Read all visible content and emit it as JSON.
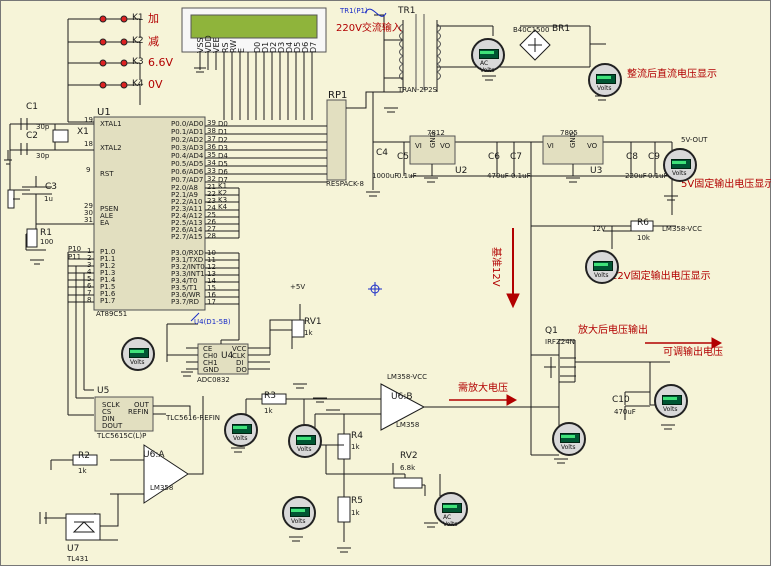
{
  "title_labels": {
    "u1": "U1",
    "u1_part": "AT89C51",
    "tr1": "TR1",
    "tr1_note": "220V交流输入",
    "tr1_part": "TRAN-2P2S",
    "br1": "BR1",
    "br1_part": "B40C1500",
    "rp1": "RP1",
    "rp1_part": "RESPACK-8",
    "c1": "C1",
    "c2": "C2",
    "c3": "C3",
    "c4": "C4",
    "c5": "C5",
    "c6": "C6",
    "c7": "C7",
    "c8": "C8",
    "c9": "C9",
    "c10": "C10",
    "x1": "X1",
    "r1": "R1",
    "r2": "R2",
    "r3": "R3",
    "r4": "R4",
    "r5": "R5",
    "r6": "R6",
    "rv1": "RV1",
    "rv2": "RV2",
    "u2": "U2",
    "u3": "U3",
    "u4": "U4",
    "u5": "U5",
    "u6a": "U6:A",
    "u6b": "U6:B",
    "u7": "U7",
    "q1": "Q1",
    "q1_part": "IRFZ24N",
    "k1": "K1",
    "k2": "K2",
    "k3": "K3",
    "k4": "K4",
    "key_add": "加",
    "key_sub": "减",
    "key_66": "6.6V",
    "key_0": "0V",
    "rectified_display": "整流后直流电压显示",
    "fixed5_display": "5V固定输出电压显示",
    "fixed12_display": "12V固定输出电压显示",
    "amplified_output": "放大后电压输出",
    "adjustable_output": "可调输出电压",
    "need_amp": "需放大电压",
    "ref_12v": "基准12V",
    "l7812": "7812",
    "l7805": "7805",
    "v5out": "5V-OUT",
    "lm358vcc": "LM358-VCC",
    "lm358vcc2": "LM358-VCC",
    "v12": "12V",
    "p10": "P10",
    "p11": "P11",
    "adc": "ADC0832",
    "tlc": "TLC5615C(L)P",
    "tl431": "TL431",
    "lm358a": "LM358",
    "lm358b": "LM358",
    "cap30a": "30p",
    "cap30b": "30p",
    "cap1u": "1u",
    "r100": "100",
    "r1k_r2": "1k",
    "r1k_r3": "1k",
    "r1k_r4": "1k",
    "r1k_r5": "1k",
    "r10k": "10k",
    "rv1k": "1k",
    "rv2v": "6.8k",
    "c4v": "1000uF",
    "c5v": "0.1uF",
    "c6v": "470uF",
    "c7v": "0.1uF",
    "c8v": "220uF",
    "c9v": "0.1uF",
    "c10v": "470uF",
    "tr1_pin": "TR1(P1)",
    "plus5v": "+5V",
    "uad_label": "U4(D1-5B)",
    "tlc_ref": "TLC5616-REFIN",
    "vi": "VI",
    "vo": "VO",
    "gnd": "GND",
    "volts": "Volts",
    "acvolts": "AC Volts"
  },
  "pins": {
    "xtal1": "XTAL1",
    "xtal2": "XTAL2",
    "rst": "RST",
    "psen": "PSEN",
    "ale": "ALE",
    "ea": "EA",
    "p10": "P1.0",
    "p11": "P1.1",
    "p12": "P1.2",
    "p13": "P1.3",
    "p14": "P1.4",
    "p15": "P1.5",
    "p16": "P1.6",
    "p17": "P1.7",
    "p00": "P0.0/AD0",
    "p01": "P0.1/AD1",
    "p02": "P0.2/AD2",
    "p03": "P0.3/AD3",
    "p04": "P0.4/AD4",
    "p05": "P0.5/AD5",
    "p06": "P0.6/AD6",
    "p07": "P0.7/AD7",
    "p20": "P2.0/A8",
    "p21": "P2.1/A9",
    "p22": "P2.2/A10",
    "p23": "P2.3/A11",
    "p24": "P2.4/A12",
    "p25": "P2.5/A13",
    "p26": "P2.6/A14",
    "p27": "P2.7/A15",
    "p30": "P3.0/RXD",
    "p31": "P3.1/TXD",
    "p32": "P3.2/INT0",
    "p33": "P3.3/INT1",
    "p34": "P3.4/T0",
    "p35": "P3.5/T1",
    "p36": "P3.6/WR",
    "p37": "P3.7/RD",
    "num19": "19",
    "num18": "18",
    "num9": "9",
    "num29": "29",
    "num30": "30",
    "num31": "31",
    "num1": "1",
    "num2": "2",
    "num3": "3",
    "num4": "4",
    "num5": "5",
    "num6": "6",
    "num7": "7",
    "num8": "8",
    "num39": "39",
    "num38": "38",
    "num37": "37",
    "num36": "36",
    "num35": "35",
    "num34": "34",
    "num33": "33",
    "num32": "32",
    "num21": "21",
    "num22": "22",
    "num23": "23",
    "num24": "24",
    "num25": "25",
    "num26": "26",
    "num27": "27",
    "num28": "28",
    "num10": "10",
    "num11": "11",
    "num12": "12",
    "num13": "13",
    "num14": "14",
    "num15": "15",
    "num16": "16",
    "num17": "17",
    "d0": "D0",
    "d1": "D1",
    "d2": "D2",
    "d3": "D3",
    "d4": "D4",
    "d5": "D5",
    "d6": "D6",
    "d7": "D7",
    "k1": "K1",
    "k2": "K2",
    "k3": "K3",
    "k4": "K4",
    "ce": "CE",
    "ch0": "CH0",
    "ch1": "CH1",
    "vcc": "VCC",
    "clk": "CLK",
    "di": "DI",
    "do": "DO",
    "gnd": "GND",
    "sclk": "SCLK",
    "cs": "CS",
    "din": "DIN",
    "dout": "DOUT",
    "out": "OUT",
    "refin": "REFIN",
    "vss": "VSS",
    "vdd": "VDD",
    "vee": "VEE",
    "rs": "RS",
    "rw": "RW",
    "e": "E"
  },
  "colors": {
    "background": "#f6f4d8",
    "wire": "#1d1d1d",
    "accent": "#b20000",
    "blue": "#1a2cc7",
    "meter": "#d9d9d9",
    "meter_screen": "#053",
    "lcd": "#8fb43b"
  }
}
